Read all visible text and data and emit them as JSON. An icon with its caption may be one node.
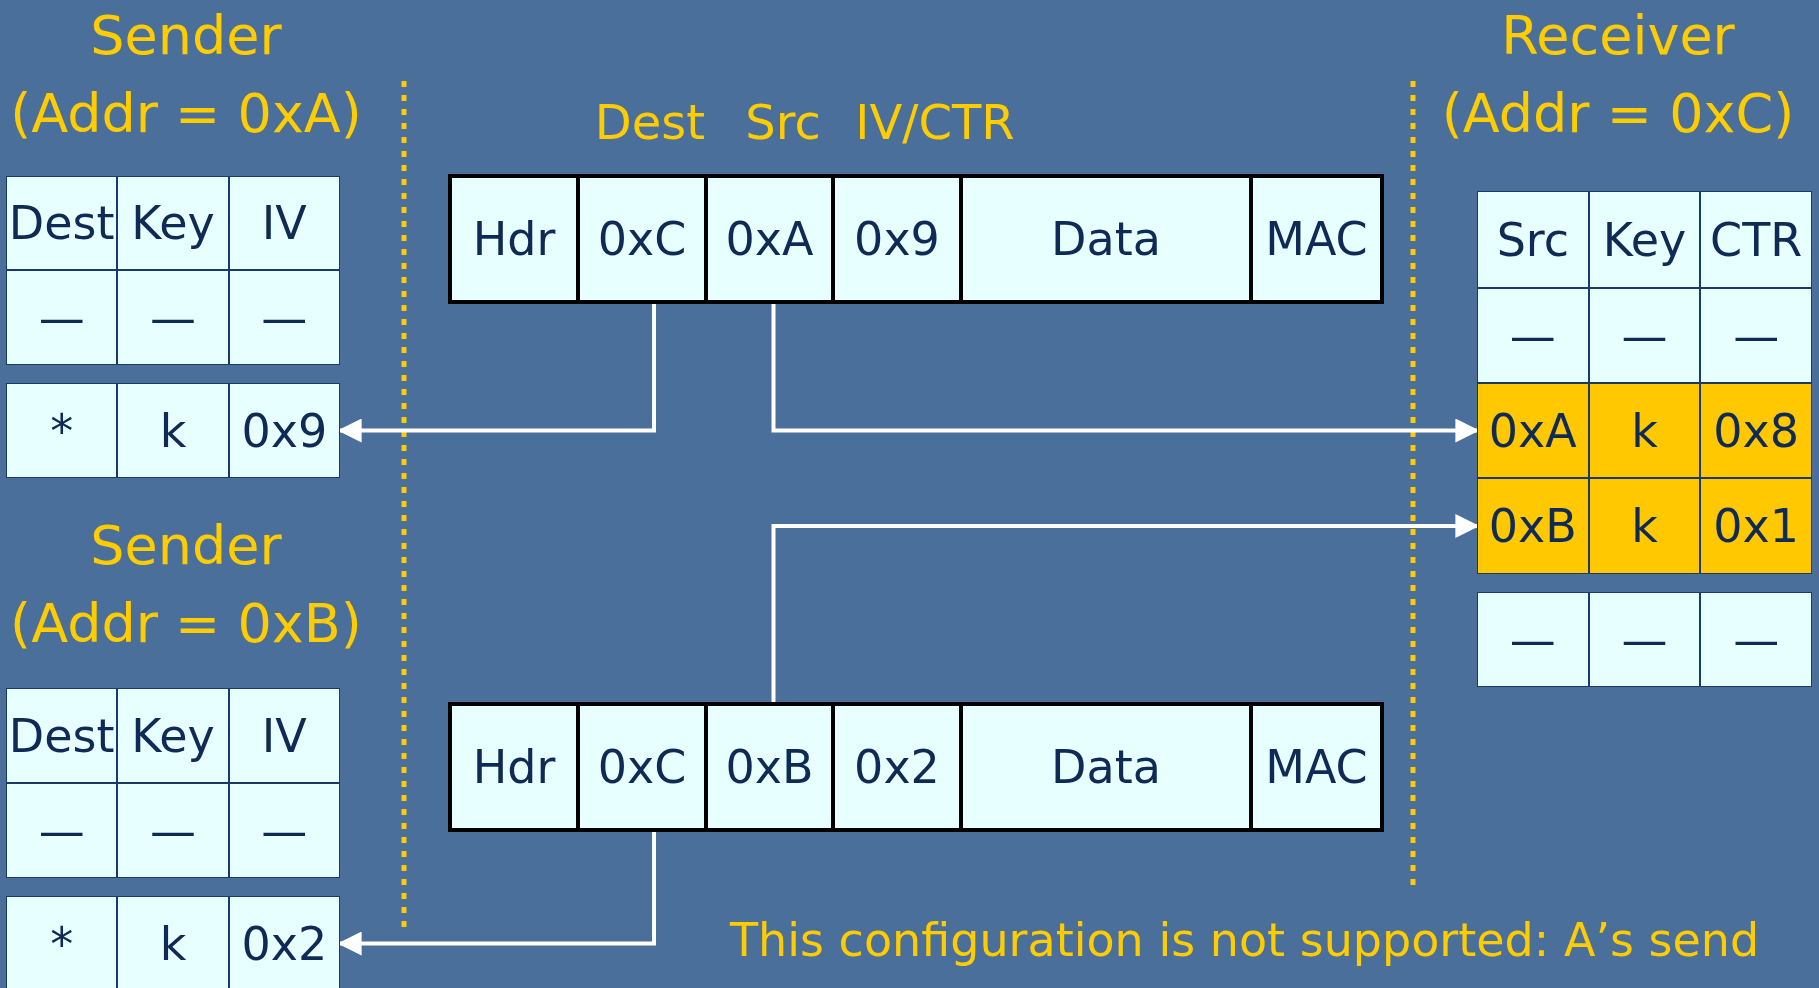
{
  "diagram": {
    "nodes": [
      {
        "text": [
          "Hdr"
        ]
      },
      {
        "text": [
          "0xC"
        ]
      },
      {
        "text": [
          "0xA"
        ]
      },
      {
        "text": [
          "0x9"
        ]
      },
      {
        "text": [
          "Data"
        ]
      },
      {
        "text": [
          "MAC"
        ]
      },
      {
        "text": [
          "Hdr"
        ]
      },
      {
        "text": [
          "0xC"
        ]
      },
      {
        "text": [
          "0xB"
        ]
      },
      {
        "text": [
          "0x2"
        ]
      },
      {
        "text": [
          "Data"
        ]
      },
      {
        "text": [
          "MAC"
        ]
      },
      {
        "text": [
          "Dest",
          "Key",
          "IV"
        ]
      },
      {
        "text": [
          "—",
          "—",
          "—"
        ]
      },
      {
        "text": [
          "*",
          "k",
          "0x9"
        ]
      },
      {
        "text": [
          "Dest",
          "Key",
          "IV"
        ]
      },
      {
        "text": [
          "—",
          "—",
          "—"
        ]
      },
      {
        "text": [
          "*",
          "k",
          "0x2"
        ]
      },
      {
        "text": [
          "Src",
          "Key",
          "CTR"
        ]
      },
      {
        "text": [
          "—",
          "—",
          "—"
        ]
      },
      {
        "text": [
          "0xA",
          "k",
          "0x8"
        ]
      },
      {
        "text": [
          "0xB",
          "k",
          "0x1"
        ]
      },
      {
        "text": [
          "—",
          "—",
          "—"
        ]
      }
    ],
    "edges": [
      {
        "from": 1,
        "to": 14,
        "arrow": "to"
      },
      {
        "from": 2,
        "to": 20,
        "arrow": "to"
      },
      {
        "from": 8,
        "to": 21,
        "arrow": "to"
      },
      {
        "from": 7,
        "to": 17,
        "arrow": "to"
      }
    ],
    "labels": [
      "Sender",
      "(Addr = 0xA)",
      "Receiver",
      "(Addr = 0xC)",
      "Dest",
      "Src",
      "IV/CTR",
      "Sender",
      "(Addr = 0xB)",
      "This configuration is not supported: A’s send"
    ]
  }
}
